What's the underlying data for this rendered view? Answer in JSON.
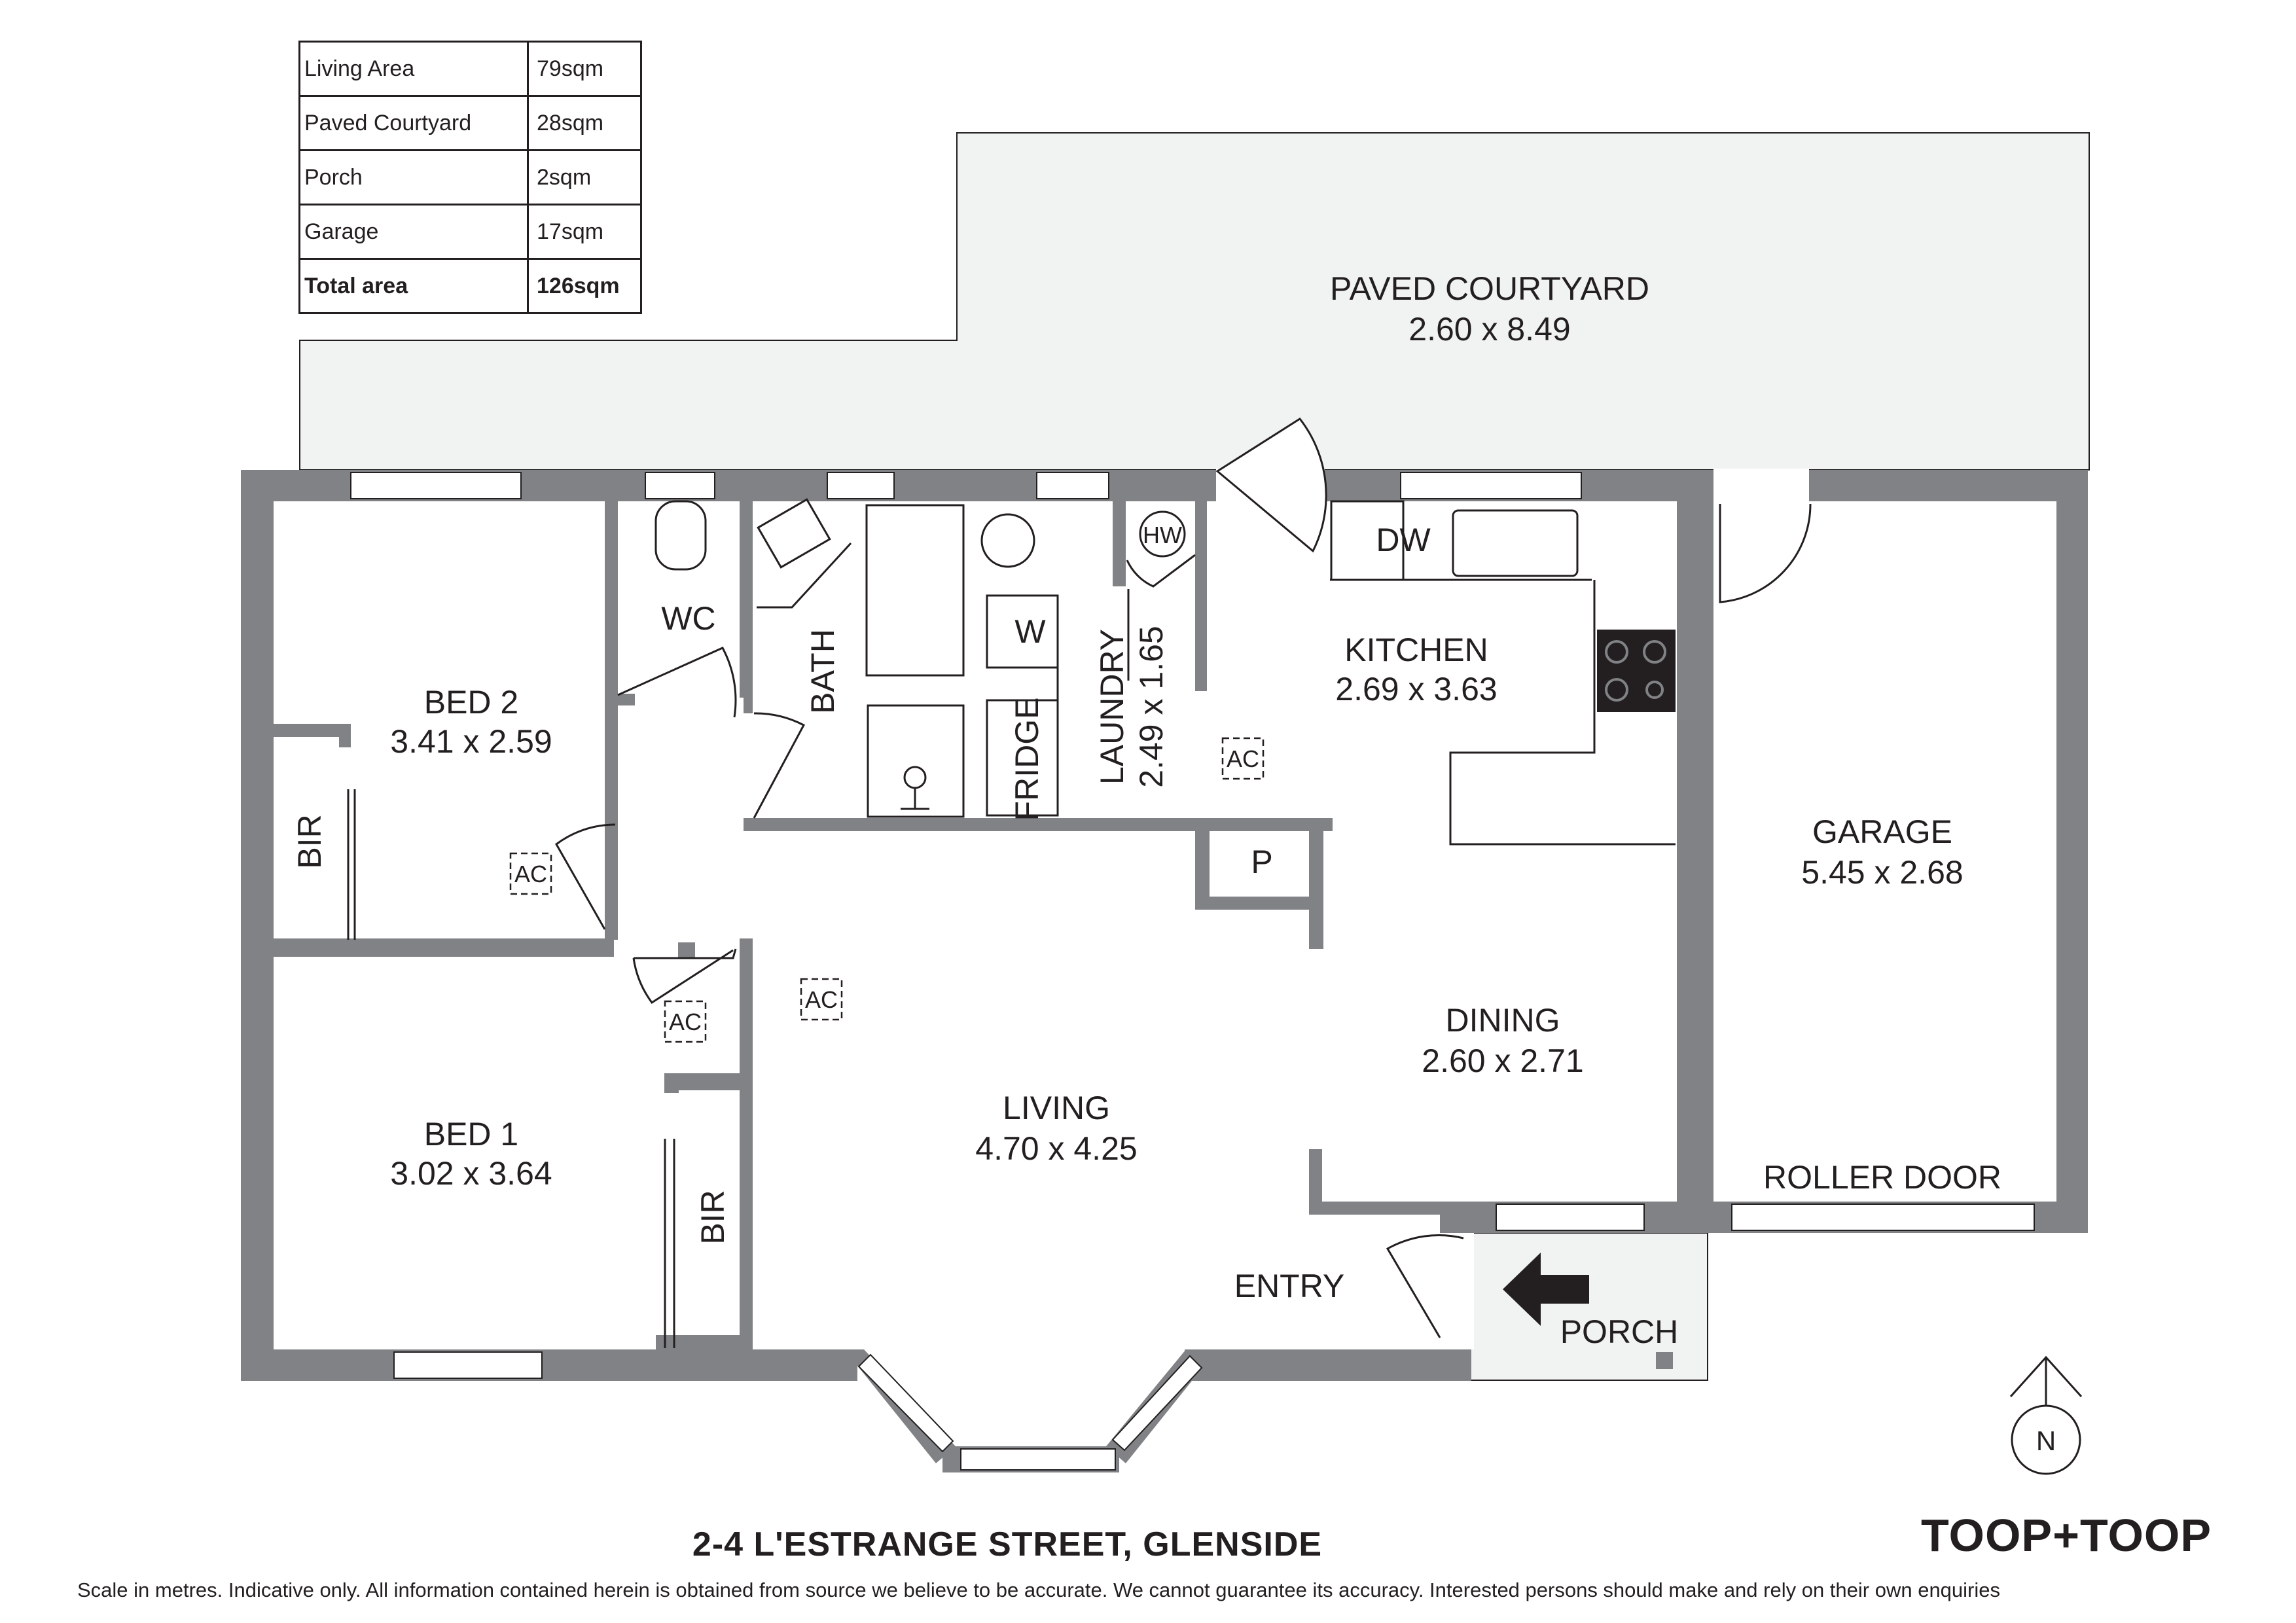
{
  "area_table": [
    {
      "label": "Living Area",
      "value": "79sqm"
    },
    {
      "label": "Paved Courtyard",
      "value": "28sqm"
    },
    {
      "label": "Porch",
      "value": "2sqm"
    },
    {
      "label": "Garage",
      "value": "17sqm"
    },
    {
      "label": "Total area",
      "value": "126sqm"
    }
  ],
  "rooms": {
    "courtyard": {
      "name": "PAVED COURTYARD",
      "dims": "2.60 x 8.49"
    },
    "bed2": {
      "name": "BED 2",
      "dims": "3.41 x 2.59"
    },
    "bed1": {
      "name": "BED 1",
      "dims": "3.02 x 3.64"
    },
    "living": {
      "name": "LIVING",
      "dims": "4.70 x 4.25"
    },
    "kitchen": {
      "name": "KITCHEN",
      "dims": "2.69 x 3.63"
    },
    "dining": {
      "name": "DINING",
      "dims": "2.60 x 2.71"
    },
    "laundry": {
      "name": "LAUNDRY",
      "dims": "2.49 x 1.65"
    },
    "garage": {
      "name": "GARAGE",
      "dims": "5.45 x 2.68"
    }
  },
  "labels": {
    "wc": "WC",
    "bath": "BATH",
    "bir": "BIR",
    "washer": "W",
    "fridge": "FRIDGE",
    "hot_water": "HW",
    "dishwasher": "DW",
    "pantry": "P",
    "ac": "AC",
    "roller_door": "ROLLER DOOR",
    "entry": "ENTRY",
    "porch": "PORCH",
    "north": "N"
  },
  "address": "2-4 L'ESTRANGE STREET, GLENSIDE",
  "brand": "TOOP+TOOP",
  "disclaimer": "Scale in metres. Indicative only. All information contained herein is obtained from source we believe to be accurate. We cannot guarantee its accuracy. Interested persons should make and rely on their own enquiries",
  "colors": {
    "wall": "#808285",
    "courtyard": "#f1f2f2",
    "ink": "#231f20"
  }
}
